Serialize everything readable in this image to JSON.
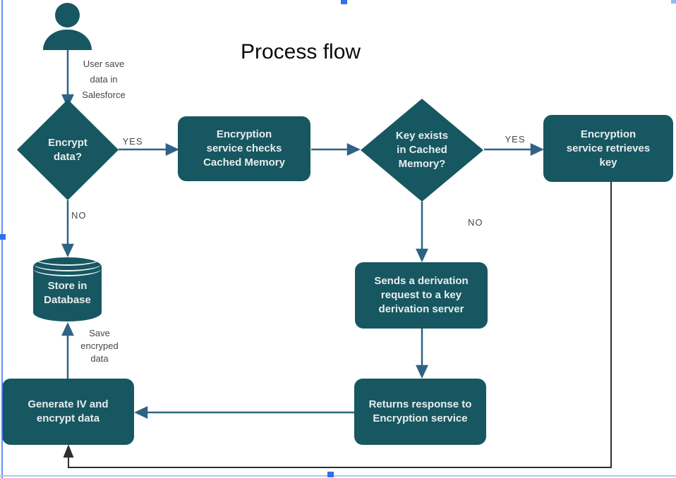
{
  "title": "Process flow",
  "nodes": {
    "actor_label": "User save\ndata in\nSalesforce",
    "decision_encrypt": "Encrypt\ndata?",
    "process_check_cache": "Encryption\nservice checks\nCached Memory",
    "decision_key_exists": "Key exists\nin Cached\nMemory?",
    "process_retrieve_key": "Encryption\nservice retrieves\nkey",
    "database_store": "Store in\nDatabase",
    "process_derivation_request": "Sends a derivation\nrequest to a key\nderivation server",
    "process_returns_response": "Returns response to\nEncryption service",
    "process_generate_iv": "Generate IV and\nencrypt data"
  },
  "edge_labels": {
    "yes_encrypt": "YES",
    "no_encrypt": "NO",
    "yes_key_exists": "YES",
    "no_key_exists": "NO",
    "save_encryped": "Save\nencryped\ndata"
  },
  "colors": {
    "node_fill": "#175761",
    "node_text": "#e9edee",
    "connector_blue": "#2e6384",
    "connector_dark": "#2e2e2e",
    "label_text": "#474747",
    "selection_blue": "#437ef2"
  },
  "icons": {
    "actor": "person-icon",
    "database": "database-cylinder-icon"
  }
}
